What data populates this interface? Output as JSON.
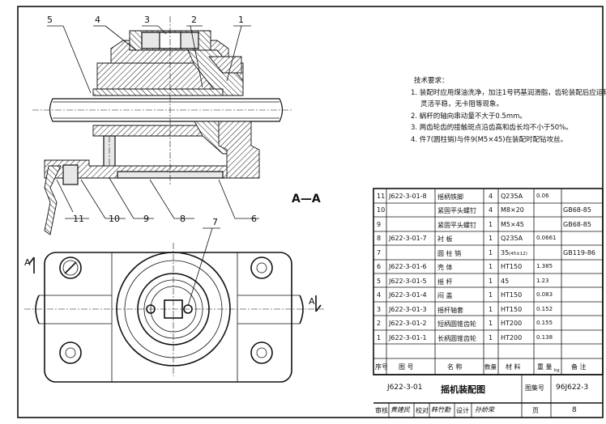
{
  "drawing": {
    "title": "摇机装配图",
    "drawing_number": "J622-3-01",
    "atlas_label": "图集号",
    "atlas_number": "96J622-3",
    "page_label": "页",
    "page_number": "8",
    "section_label": "A—A",
    "view_marker": "A",
    "balloons": [
      "1",
      "2",
      "3",
      "4",
      "5",
      "6",
      "7",
      "8",
      "9",
      "10",
      "11"
    ]
  },
  "tech_notes": {
    "heading": "技术要求：",
    "items": [
      "1. 装配时应用煤油洗净，加注1号钙基润滑脂，齿轮装配后应运转",
      "灵活平稳，无卡阻等现象。",
      "2. 蜗杆的轴向串动量不大于0.5mm。",
      "3. 两齿轮齿的接触斑点沿齿高和齿长均不小于50%。",
      "4. 件7(圆柱销)与件9(M5×45)在装配时配钻攻丝。"
    ]
  },
  "parts_table": {
    "headers": [
      "序号",
      "图 号",
      "名 称",
      "数量",
      "材 料",
      "重 量",
      "备 注"
    ],
    "weight_unit": "kg",
    "rows": [
      {
        "no": "11",
        "code": "J622-3-01-8",
        "name": "摇柄铁脚",
        "qty": "4",
        "material": "Q235A",
        "weight": "0.06",
        "note": ""
      },
      {
        "no": "10",
        "code": "",
        "name": "紧固平头螺钉",
        "qty": "4",
        "material": "M8×20",
        "weight": "",
        "note": "GB68-85"
      },
      {
        "no": "9",
        "code": "",
        "name": "紧固平头螺钉",
        "qty": "1",
        "material": "M5×45",
        "weight": "",
        "note": "GB68-85"
      },
      {
        "no": "8",
        "code": "J622-3-01-7",
        "name": "衬 板",
        "qty": "1",
        "material": "Q235A",
        "weight": "0.0661",
        "note": ""
      },
      {
        "no": "7",
        "code": "",
        "name": "圆 柱 销",
        "qty": "1",
        "material": "35",
        "material_sub": "(45±12)",
        "weight": "",
        "note": "GB119-86"
      },
      {
        "no": "6",
        "code": "J622-3-01-6",
        "name": "壳 体",
        "qty": "1",
        "material": "HT150",
        "weight": "1.385",
        "note": ""
      },
      {
        "no": "5",
        "code": "J622-3-01-5",
        "name": "摇 杆",
        "qty": "1",
        "material": "45",
        "weight": "1.23",
        "note": ""
      },
      {
        "no": "4",
        "code": "J622-3-01-4",
        "name": "闷 盖",
        "qty": "1",
        "material": "HT150",
        "weight": "0.083",
        "note": ""
      },
      {
        "no": "3",
        "code": "J622-3-01-3",
        "name": "摇杆轴套",
        "qty": "1",
        "material": "HT150",
        "weight": "0.152",
        "note": ""
      },
      {
        "no": "2",
        "code": "J622-3-01-2",
        "name": "短柄圆锥齿轮",
        "qty": "1",
        "material": "HT200",
        "weight": "0.155",
        "note": ""
      },
      {
        "no": "1",
        "code": "J622-3-01-1",
        "name": "长柄圆锥齿轮",
        "qty": "1",
        "material": "HT200",
        "weight": "0.138",
        "note": ""
      }
    ]
  },
  "signatures": {
    "review_label": "审核",
    "review_name": "黄建民",
    "check_label": "校对",
    "check_name": "韩竹勤",
    "design_label": "设计",
    "design_name": "孙娇荣"
  }
}
